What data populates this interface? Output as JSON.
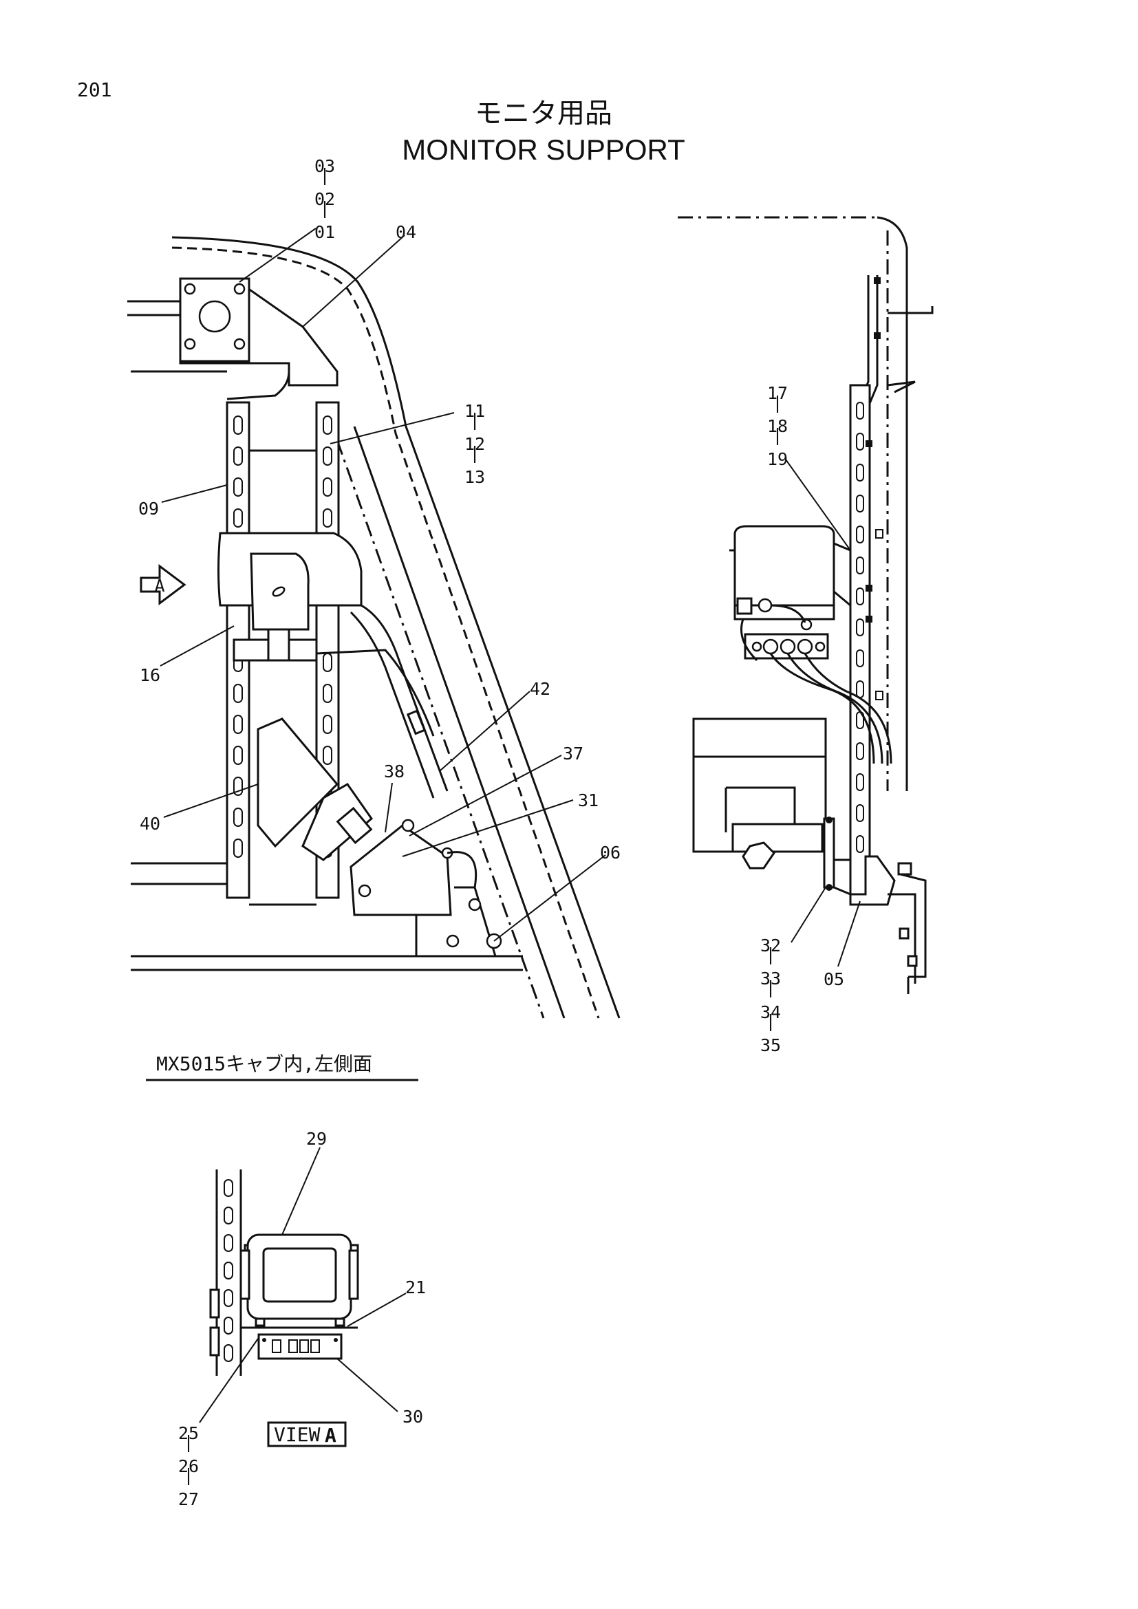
{
  "page_number": "201",
  "title_jp": "モニタ用品",
  "title_en": "MONITOR SUPPORT",
  "labels": {
    "l01": "01",
    "l02": "02",
    "l03": "03",
    "l04": "04",
    "l05": "05",
    "l06": "06",
    "l09": "09",
    "l11": "11",
    "l12": "12",
    "l13": "13",
    "l16": "16",
    "l17": "17",
    "l18": "18",
    "l19": "19",
    "l21": "21",
    "l25": "25",
    "l26": "26",
    "l27": "27",
    "l29": "29",
    "l30": "30",
    "l31": "31",
    "l32": "32",
    "l33": "33",
    "l34": "34",
    "l35": "35",
    "l37": "37",
    "l38": "38",
    "l40": "40",
    "l42": "42"
  },
  "arrow_mark": "A",
  "caption_left": "MX5015キャブ内,左側面",
  "view_label": "VIEW",
  "view_letter": "A"
}
